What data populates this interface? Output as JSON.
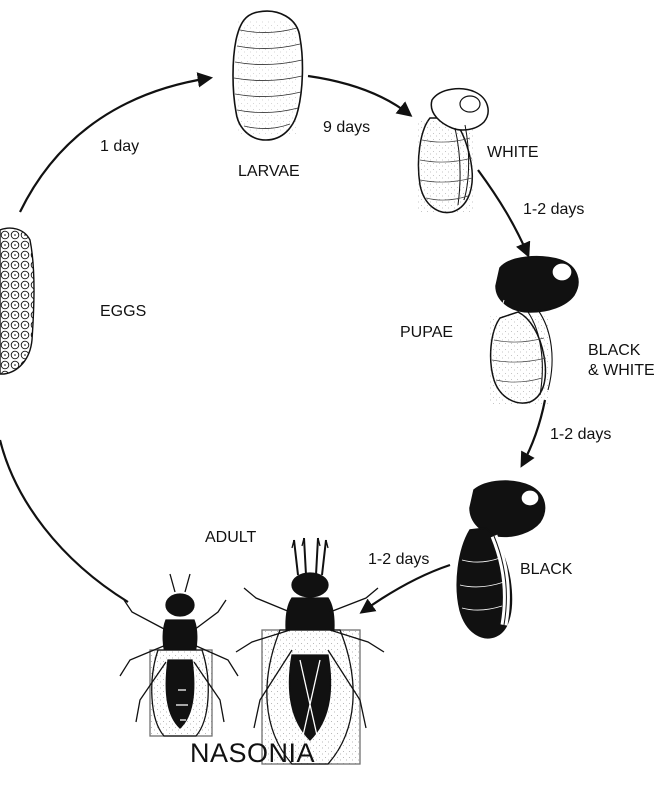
{
  "diagram": {
    "title": "NASONIA",
    "stages": {
      "eggs": "EGGS",
      "larvae": "LARVAE",
      "pupae": "PUPAE",
      "pupa_white": "WHITE",
      "pupa_black_white_line1": "BLACK",
      "pupa_black_white_line2": "& WHITE",
      "pupa_black": "BLACK",
      "adult": "ADULT"
    },
    "durations": {
      "eggs_to_larvae": "1 day",
      "larvae_to_white": "9 days",
      "white_to_black_white": "1-2 days",
      "black_white_to_black": "1-2 days",
      "black_to_adult": "1-2 days"
    }
  }
}
